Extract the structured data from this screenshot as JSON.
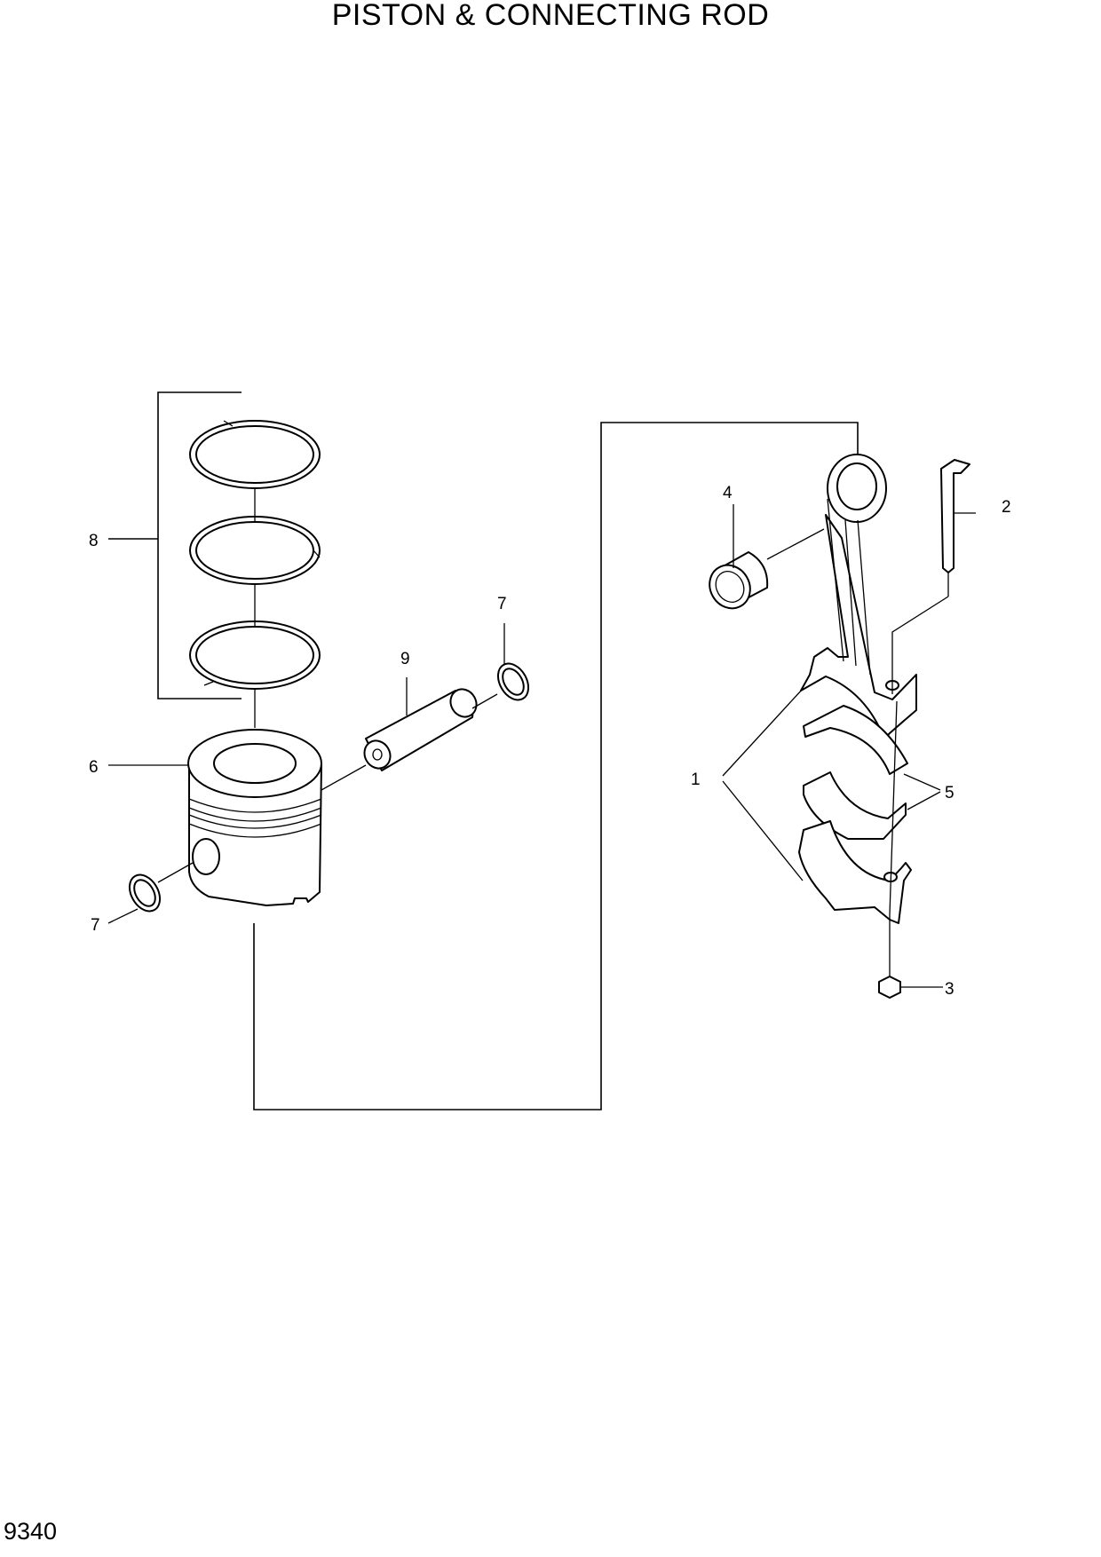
{
  "title": "PISTON & CONNECTING ROD",
  "page_code": "9340",
  "callouts": {
    "c1": "1",
    "c2": "2",
    "c3": "3",
    "c4": "4",
    "c5": "5",
    "c6": "6",
    "c7a": "7",
    "c7b": "7",
    "c8": "8",
    "c9": "9"
  }
}
